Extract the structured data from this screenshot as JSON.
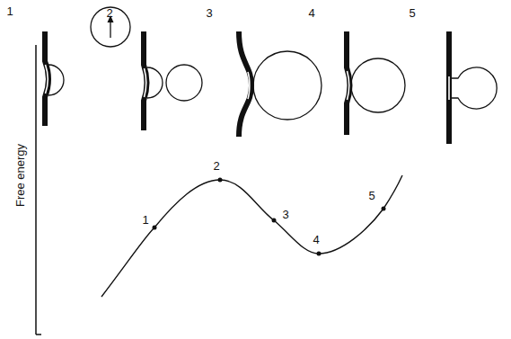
{
  "diagram": {
    "labels": [
      "1",
      "2",
      "3",
      "4",
      "5",
      "Free energy",
      "1",
      "2",
      "3",
      "4",
      "5"
    ]
  }
}
